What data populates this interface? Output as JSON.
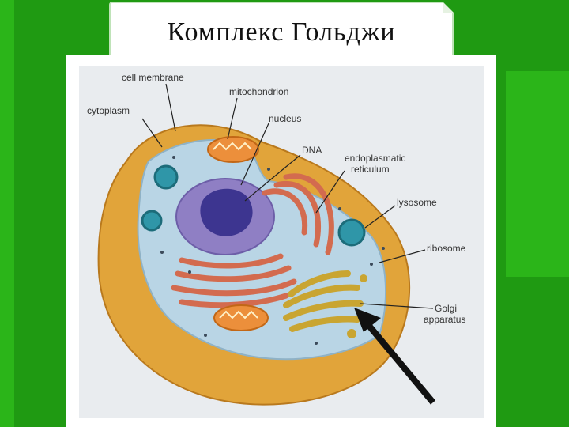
{
  "slide": {
    "title": "Комплекс Гольджи"
  },
  "diagram": {
    "labels": {
      "cell_membrane": "cell membrane",
      "mitochondrion": "mitochondrion",
      "cytoplasm": "cytoplasm",
      "nucleus": "nucleus",
      "dna": "DNA",
      "er_line1": "endoplasmatic",
      "er_line2": "reticulum",
      "lysosome": "lysosome",
      "ribosome": "ribosome",
      "golgi_line1": "Golgi",
      "golgi_line2": "apparatus"
    },
    "colors": {
      "background": "#1f9a12",
      "membrane": "#e1a43a",
      "cytoplasm": "#b9d5e5",
      "nucleus": "#8f7fc4",
      "nucleolus": "#3d3590",
      "er": "#d36b4f",
      "golgi": "#c9a531",
      "mitochondrion": "#ec8f3b",
      "lysosome": "#2f96a8",
      "pointer_arrow": "#111111"
    }
  }
}
